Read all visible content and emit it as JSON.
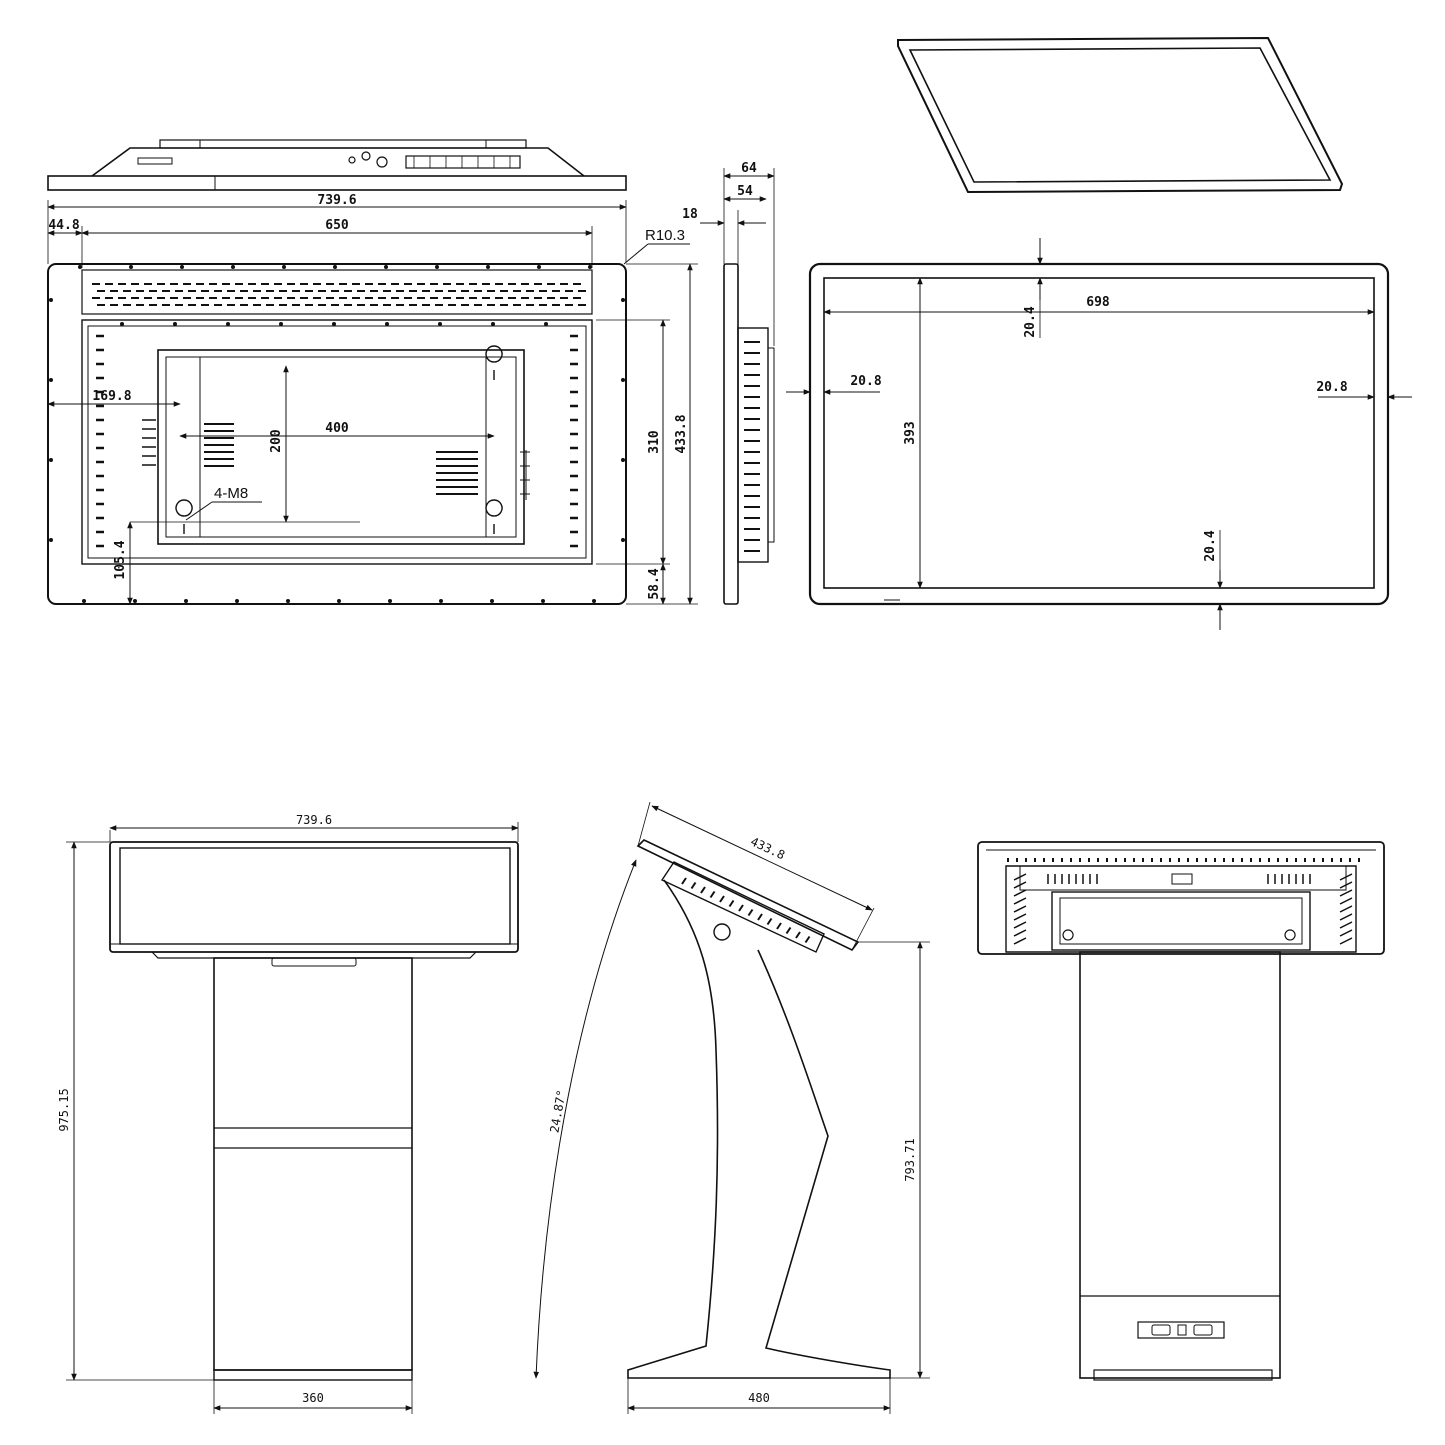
{
  "drawing": {
    "views": {
      "top_view": {
        "width_label": "739.6"
      },
      "rear_view": {
        "width_label": "739.6",
        "margin_label": "44.8",
        "hole_span_label": "650",
        "corner_radius_label": "R10.3",
        "vesa_offset_label": "169.8",
        "vesa_width_label": "400",
        "vesa_height_label": "200",
        "mount_screw_label": "4-M8",
        "bottom_offset_label": "105.4",
        "inner_height_label": "310",
        "height_label": "433.8",
        "bottom_margin_label": "58.4"
      },
      "side_view": {
        "depth_total_label": "64",
        "depth_body_label": "54",
        "bezel_depth_label": "18"
      },
      "front_view": {
        "active_width_label": "698",
        "active_height_label": "393",
        "top_bezel_label": "20.4",
        "bottom_bezel_label": "20.4",
        "left_bezel_label": "20.8",
        "right_bezel_label": "20.8"
      },
      "kiosk_front": {
        "width_label": "739.6",
        "height_label": "975.15",
        "base_width_label": "360"
      },
      "kiosk_side": {
        "panel_length_label": "433.8",
        "tilt_angle_label": "24.87°",
        "height_label": "793.71",
        "base_depth_label": "480"
      },
      "kiosk_rear": {}
    }
  }
}
